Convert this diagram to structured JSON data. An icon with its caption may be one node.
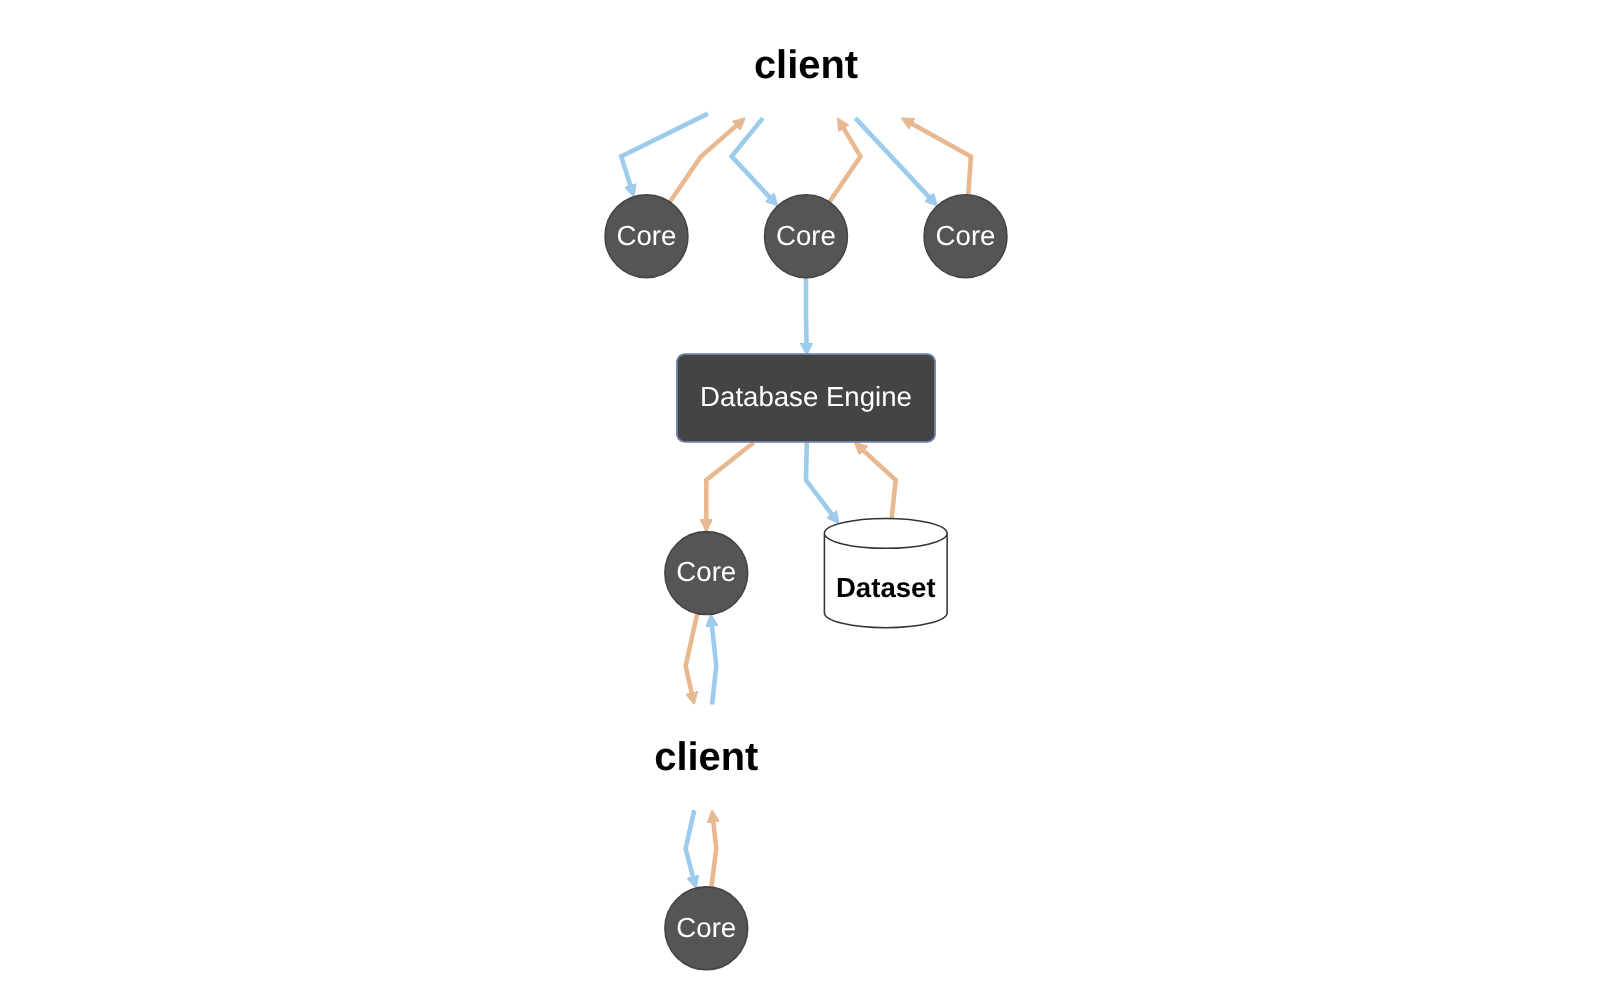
{
  "diagram": {
    "nodes": [
      {
        "text": [
          "client"
        ]
      },
      {
        "text": [
          "client"
        ]
      },
      {
        "text": [
          "Core"
        ]
      },
      {
        "text": [
          "Core"
        ]
      },
      {
        "text": [
          "Core"
        ]
      },
      {
        "text": [
          "Core"
        ]
      },
      {
        "text": [
          "Core"
        ]
      },
      {
        "text": [
          "Database Engine"
        ]
      },
      {
        "text": [
          "Dataset"
        ]
      }
    ],
    "edges": [
      {
        "from": 0,
        "to": 2,
        "arrow": "to",
        "color": "#9ccbeb"
      },
      {
        "from": 2,
        "to": 0,
        "arrow": "to",
        "color": "#e8b990"
      },
      {
        "from": 0,
        "to": 3,
        "arrow": "to",
        "color": "#9ccbeb"
      },
      {
        "from": 3,
        "to": 0,
        "arrow": "to",
        "color": "#e8b990"
      },
      {
        "from": 0,
        "to": 4,
        "arrow": "to",
        "color": "#9ccbeb"
      },
      {
        "from": 4,
        "to": 0,
        "arrow": "to",
        "color": "#e8b990"
      },
      {
        "from": 1,
        "to": 5,
        "arrow": "to",
        "color": "#9ccbeb"
      },
      {
        "from": 5,
        "to": 1,
        "arrow": "to",
        "color": "#e8b990"
      },
      {
        "from": 1,
        "to": 6,
        "arrow": "to",
        "color": "#9ccbeb"
      },
      {
        "from": 6,
        "to": 1,
        "arrow": "to",
        "color": "#e8b990"
      },
      {
        "from": 3,
        "to": 7,
        "arrow": "to",
        "color": "#9ccbeb"
      },
      {
        "from": 7,
        "to": 5,
        "arrow": "to",
        "color": "#e8b990"
      },
      {
        "from": 7,
        "to": 8,
        "arrow": "to",
        "color": "#9ccbeb"
      },
      {
        "from": 8,
        "to": 7,
        "arrow": "to",
        "color": "#e8b990"
      }
    ]
  }
}
